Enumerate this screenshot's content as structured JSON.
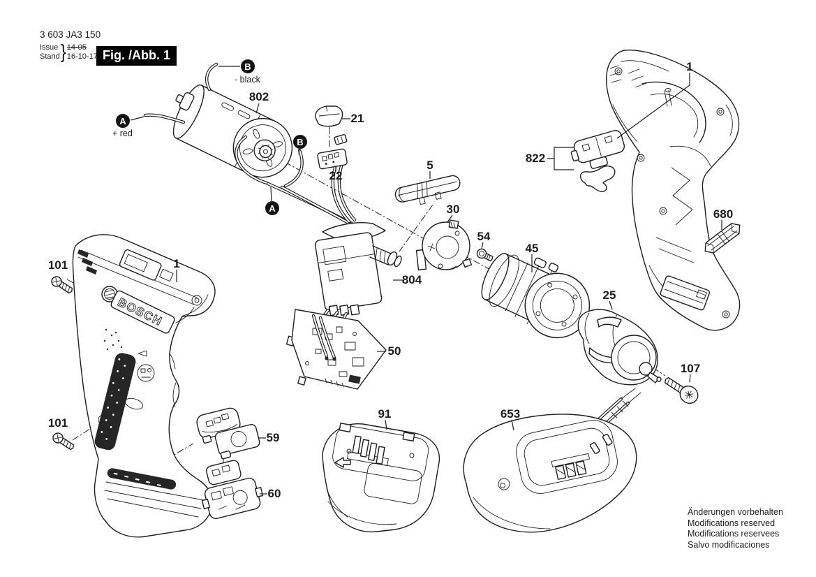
{
  "colors": {
    "ink": "#1c1c1c",
    "paper": "#ffffff",
    "figure_box_bg": "#000000",
    "figure_box_text": "#ffffff"
  },
  "header": {
    "part_number": "3 603 JA3 150",
    "issue_label": "Issue",
    "stand_label": "Stand",
    "brace": "}",
    "old_date": "14-05",
    "date": "16-10-17",
    "figure_label": "Fig. /Abb. 1"
  },
  "markers": {
    "a_letter": "A",
    "b_letter": "B",
    "a_desc": "+ red",
    "b_desc": "- black"
  },
  "brand_logo": "BOSCH",
  "callouts": [
    {
      "id": "motor",
      "text": "802"
    },
    {
      "id": "cap",
      "text": "21"
    },
    {
      "id": "contact-plate",
      "text": "22"
    },
    {
      "id": "slide-button",
      "text": "5"
    },
    {
      "id": "mounting-ring",
      "text": "30"
    },
    {
      "id": "ring-screw",
      "text": "54"
    },
    {
      "id": "gearbox",
      "text": "45"
    },
    {
      "id": "chuck",
      "text": "25"
    },
    {
      "id": "selector-set",
      "text": "822"
    },
    {
      "id": "screwdriver-bit",
      "text": "680"
    },
    {
      "id": "housing-right",
      "text": "1"
    },
    {
      "id": "housing-left",
      "text": "1"
    },
    {
      "id": "screw-top",
      "text": "101"
    },
    {
      "id": "screw-bottom",
      "text": "101"
    },
    {
      "id": "switch-module",
      "text": "804"
    },
    {
      "id": "circuit-board",
      "text": "50"
    },
    {
      "id": "cover-upper",
      "text": "59"
    },
    {
      "id": "cover-lower",
      "text": "60"
    },
    {
      "id": "battery-pack",
      "text": "91"
    },
    {
      "id": "charger",
      "text": "653"
    },
    {
      "id": "chuck-screw",
      "text": "107"
    }
  ],
  "footer": {
    "lines": [
      "Änderungen vorbehalten",
      "Modifications reserved",
      "Modifications reservees",
      "Salvo modificaciones"
    ]
  }
}
